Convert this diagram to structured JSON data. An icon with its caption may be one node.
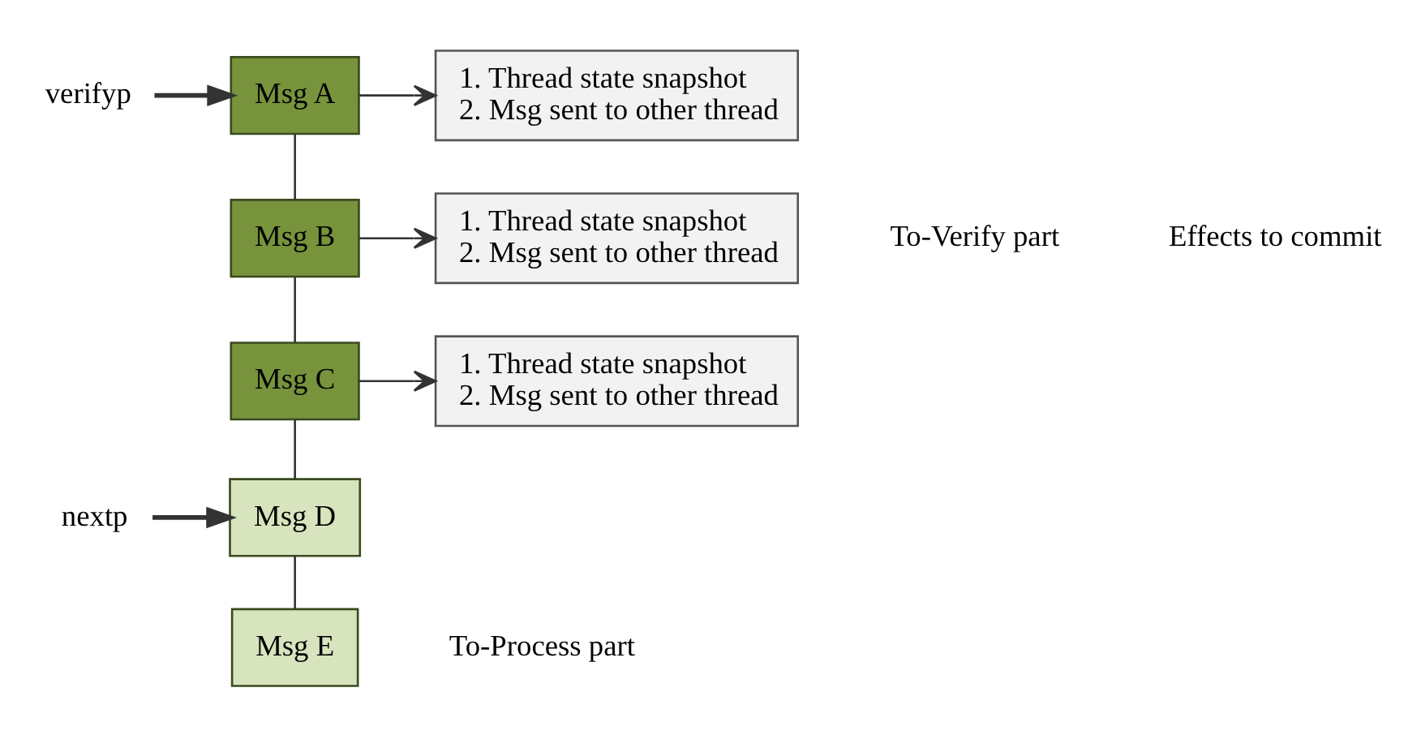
{
  "diagram": {
    "nodes": [
      {
        "text": [
          "verifyp"
        ]
      },
      {
        "text": [
          "Msg A"
        ]
      },
      {
        "text": [
          "1. Thread state snapshot",
          "2. Msg sent to other thread"
        ]
      },
      {
        "text": [
          "Msg B"
        ]
      },
      {
        "text": [
          "1. Thread state snapshot",
          "2. Msg sent to other thread"
        ]
      },
      {
        "text": [
          "Msg C"
        ]
      },
      {
        "text": [
          "1. Thread state snapshot",
          "2. Msg sent to other thread"
        ]
      },
      {
        "text": [
          "nextp"
        ]
      },
      {
        "text": [
          "Msg D"
        ]
      },
      {
        "text": [
          "Msg E"
        ]
      }
    ],
    "edges": [
      {
        "from": 0,
        "to": 1,
        "arrow": "to",
        "style": "thick"
      },
      {
        "from": 1,
        "to": 2,
        "arrow": "to"
      },
      {
        "from": 1,
        "to": 3,
        "arrow": "none"
      },
      {
        "from": 3,
        "to": 4,
        "arrow": "to"
      },
      {
        "from": 3,
        "to": 5,
        "arrow": "none"
      },
      {
        "from": 5,
        "to": 6,
        "arrow": "to"
      },
      {
        "from": 5,
        "to": 8,
        "arrow": "none"
      },
      {
        "from": 7,
        "to": 8,
        "arrow": "to",
        "style": "thick"
      },
      {
        "from": 8,
        "to": 9,
        "arrow": "none"
      }
    ],
    "labels": [
      "To-Verify part",
      "Effects to commit",
      "To-Process part"
    ]
  }
}
